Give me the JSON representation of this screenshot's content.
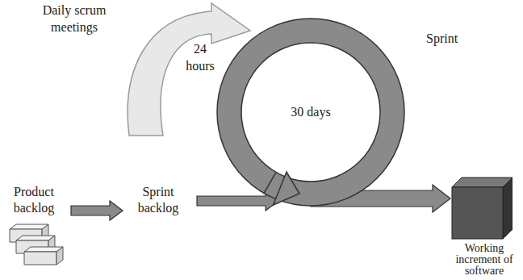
{
  "diagram": {
    "nodes": [
      {
        "text": [
          "Product backlog"
        ]
      },
      {
        "text": [
          "Sprint backlog"
        ]
      },
      {
        "text": [
          "Sprint",
          "30 days"
        ]
      },
      {
        "text": [
          "Working increment of software"
        ]
      }
    ],
    "edges": [
      {
        "from": 0,
        "to": 1,
        "arrow": "to"
      },
      {
        "from": 1,
        "to": 2,
        "arrow": "to"
      },
      {
        "from": 2,
        "to": 3,
        "arrow": "to"
      }
    ],
    "labels": [
      "Daily scrum meetings",
      "24 hours"
    ]
  }
}
